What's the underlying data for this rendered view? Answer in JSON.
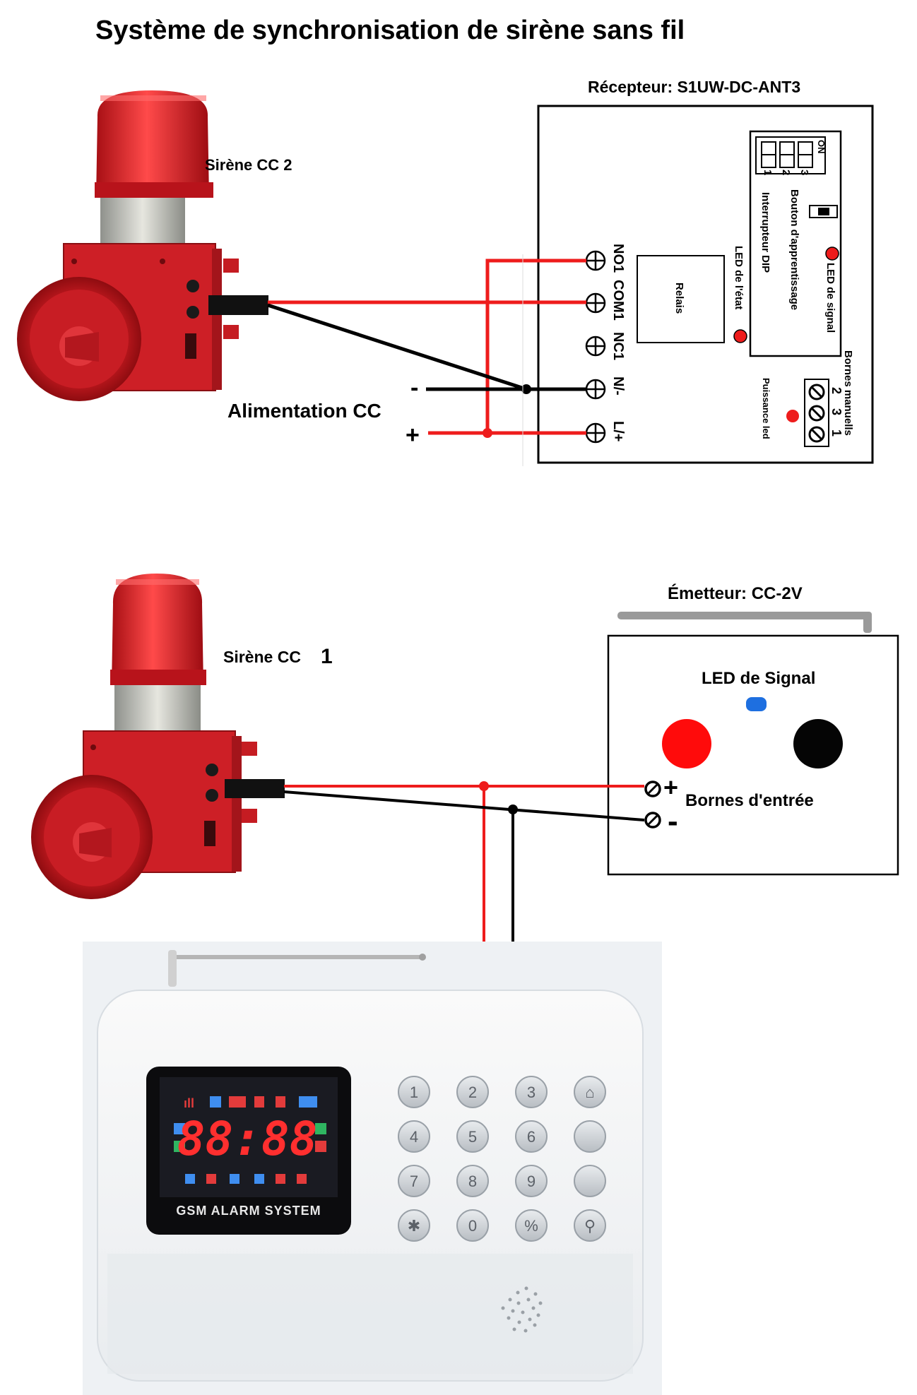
{
  "title": "Système de synchronisation de sirène sans fil",
  "receiver": {
    "title": "Récepteur: S1UW-DC-ANT3",
    "dip_on": "ON",
    "dip_numbers": [
      "1",
      "2",
      "3"
    ],
    "learn_button": "Bouton d'apprentissage",
    "dip_switch": "Interrupteur DIP",
    "signal_led": "LED de signal",
    "status_led": "LED de l'état",
    "relay": "Relais",
    "terminals": [
      "NO1",
      "COM1",
      "NC1",
      "N/-",
      "L/+"
    ],
    "manual_terminals": "Bornes manuells",
    "manual_numbers": [
      "2",
      "3",
      "1"
    ],
    "power_led": "Puissance led"
  },
  "siren_top": {
    "label": "Sirène CC 2"
  },
  "power": {
    "label": "Alimentation CC",
    "minus": "-",
    "plus": "+"
  },
  "siren_bottom": {
    "label": "Sirène CC",
    "number": "1"
  },
  "transmitter": {
    "title": "Émetteur: CC-2V",
    "signal_led": "LED de Signal",
    "input_terminals": "Bornes d'entrée",
    "plus": "+",
    "minus": "-"
  },
  "alarm_panel": {
    "display_label": "GSM ALARM SYSTEM",
    "display_digits": "88:88",
    "keys": [
      "1",
      "2",
      "3",
      "",
      "4",
      "5",
      "6",
      "",
      "7",
      "8",
      "9",
      "",
      "",
      "0",
      "",
      ""
    ]
  },
  "colors": {
    "wire_red": "#ee1c1c",
    "wire_black": "#000000",
    "siren_red": "#d9222a",
    "led_blue": "#1e6fe0"
  }
}
